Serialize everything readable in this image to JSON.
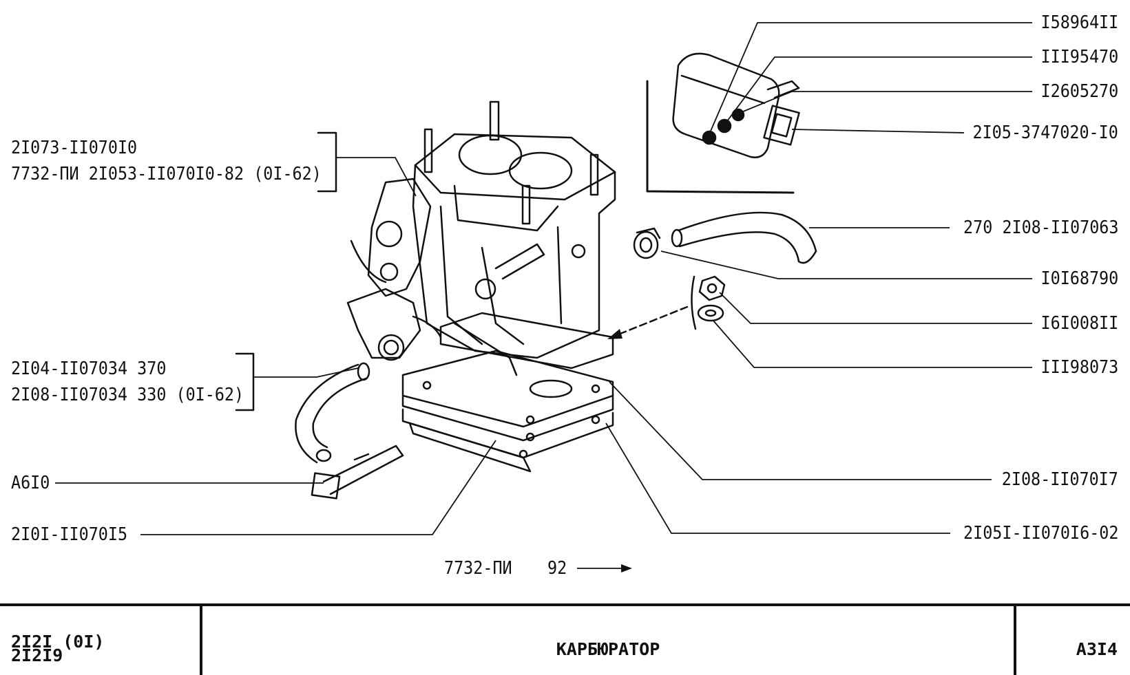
{
  "callouts_left": [
    "2I073-II070I0",
    "7732-ПИ 2I053-II070I0-82 (0I-62)",
    "2I04-II07034 370",
    "2I08-II07034 330 (0I-62)",
    "A6I0",
    "2I0I-II070I5"
  ],
  "callouts_right": [
    "I58964II",
    "III95470",
    "I2605270",
    "2I05-3747020-I0",
    "270 2I08-II07063",
    "I0I68790",
    "I6I008II",
    "III98073",
    "2I08-II070I7",
    "2I05I-II070I6-02"
  ],
  "bottom_note": {
    "ref": "7732-ПИ",
    "page": "92"
  },
  "title_block": {
    "models": [
      "2I2I (0I)",
      "2I2I9"
    ],
    "title": "КАРБЮРАТОР",
    "code": "A3I4"
  }
}
